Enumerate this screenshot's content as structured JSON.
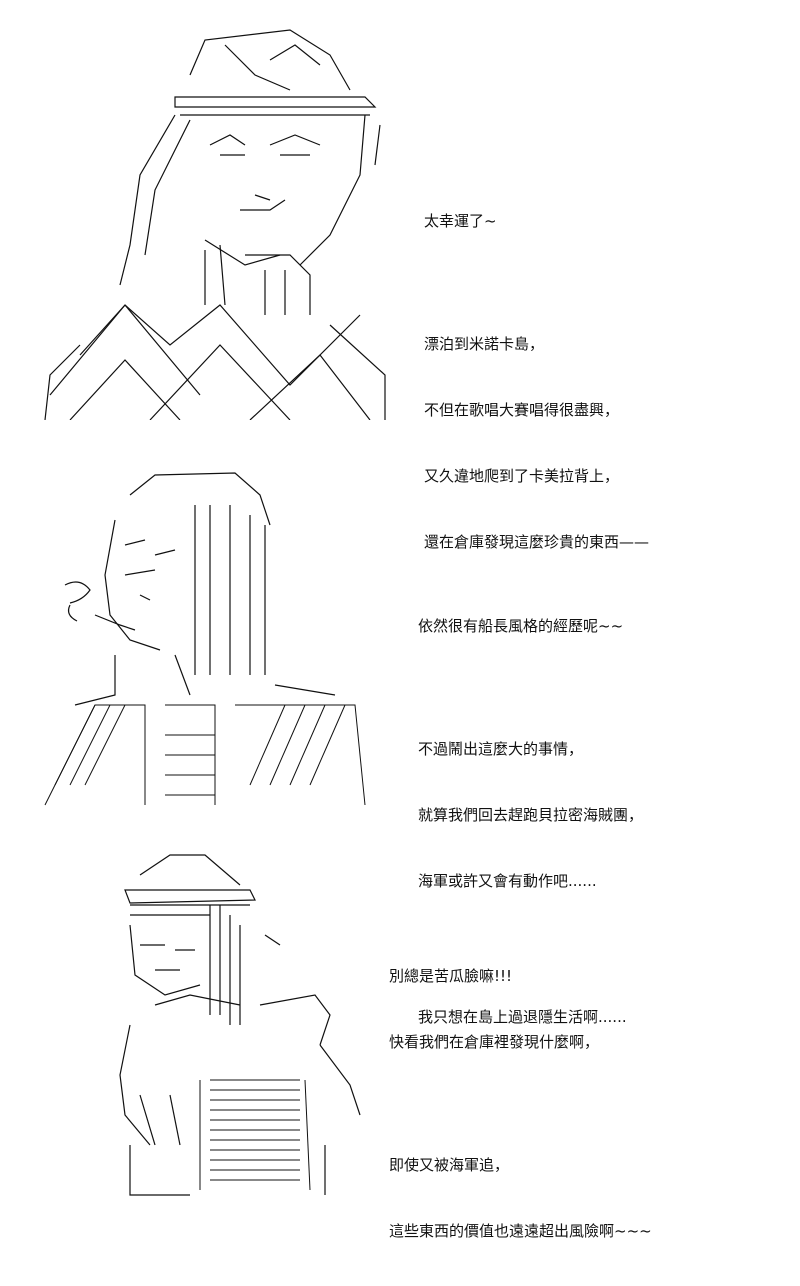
{
  "panels": [
    {
      "lines": [
        "太幸運了~",
        "",
        "漂泊到米諾卡島，",
        "不但在歌唱大賽唱得很盡興，",
        "又久違地爬到了卡美拉背上，",
        "還在倉庫發現這麼珍貴的東西——"
      ]
    },
    {
      "lines": [
        "依然很有船長風格的經歷呢~~",
        "",
        "不過鬧出這麼大的事情，",
        "就算我們回去趕跑貝拉密海賊團，",
        "海軍或許又會有動作吧......",
        "",
        "我只想在島上過退隱生活啊......"
      ]
    },
    {
      "lines": [
        "別總是苦瓜臉嘛!!!",
        "快看我們在倉庫裡發現什麼啊，",
        "",
        "即使又被海軍追，",
        "這些東西的價值也遠遠超出風險啊~~~"
      ]
    }
  ],
  "colors": {
    "ink": "#111111",
    "background": "#ffffff"
  }
}
